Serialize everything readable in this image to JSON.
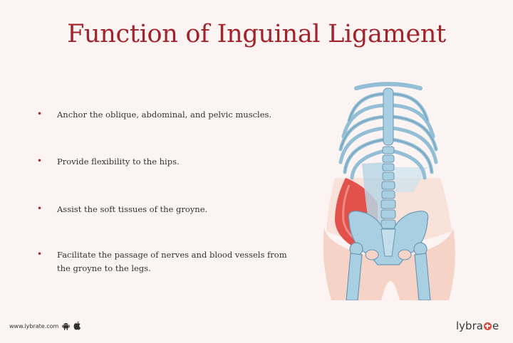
{
  "title": "Function of Inguinal Ligament",
  "bullets": [
    {
      "lines": [
        "Anchor the oblique, abdominal, and pelvic muscles."
      ]
    },
    {
      "lines": [
        "Provide flexibility to the hips."
      ]
    },
    {
      "lines": [
        "Assist the soft tissues of the groyne."
      ]
    },
    {
      "lines": [
        "Facilitate the passage of nerves and blood vessels from",
        "the groyne to the legs."
      ]
    }
  ],
  "bullet_symbol": "•",
  "footer": {
    "url": "www.lybrate.com",
    "brand_before": "lybra",
    "brand_after": "e"
  },
  "icons": {
    "android": "android-icon",
    "apple": "apple-icon",
    "brand_mark": "plus-icon"
  },
  "colors": {
    "title": "#a3232a",
    "background": "#fcf3f3",
    "bone": "#a9cfe2",
    "muscle": "#e2514c",
    "skin": "#f5d3c7"
  }
}
